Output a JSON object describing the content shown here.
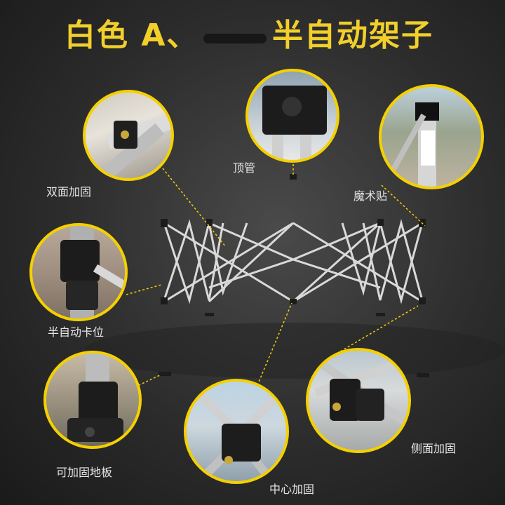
{
  "title": {
    "left": "白色 A、",
    "right": "半自动架子"
  },
  "callouts": [
    {
      "label": "双面加固"
    },
    {
      "label": "顶管"
    },
    {
      "label": "魔术贴"
    },
    {
      "label": "半自动卡位"
    },
    {
      "label": "可加固地板"
    },
    {
      "label": "中心加固"
    },
    {
      "label": "侧面加固"
    }
  ],
  "colors": {
    "accent": "#f4d000",
    "title": "#f2cf2a",
    "background": "#2c2c2c",
    "label": "#e6e6e6"
  }
}
